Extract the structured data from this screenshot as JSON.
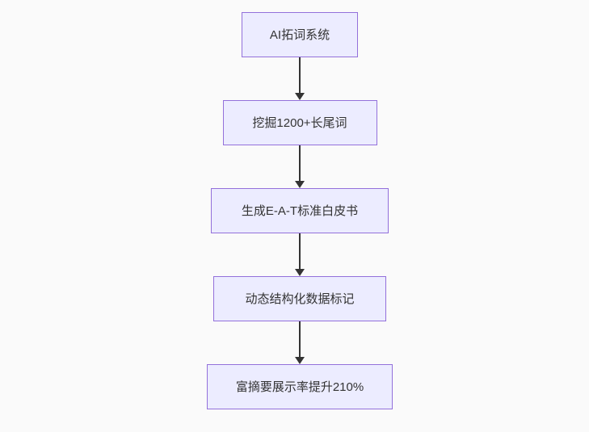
{
  "diagram": {
    "type": "flowchart",
    "direction": "top-down",
    "background_color": "#fafafa",
    "node_style": {
      "fill_color": "#ECECFF",
      "border_color": "#9370DB",
      "text_color": "#333333"
    },
    "arrow_color": "#333333",
    "nodes": [
      {
        "label": "AI拓词系统"
      },
      {
        "label": "挖掘1200+长尾词"
      },
      {
        "label": "生成E-A-T标准白皮书"
      },
      {
        "label": "动态结构化数据标记"
      },
      {
        "label": "富摘要展示率提升210%"
      }
    ],
    "edges": [
      {
        "from": 0,
        "to": 1
      },
      {
        "from": 1,
        "to": 2
      },
      {
        "from": 2,
        "to": 3
      },
      {
        "from": 3,
        "to": 4
      }
    ]
  }
}
